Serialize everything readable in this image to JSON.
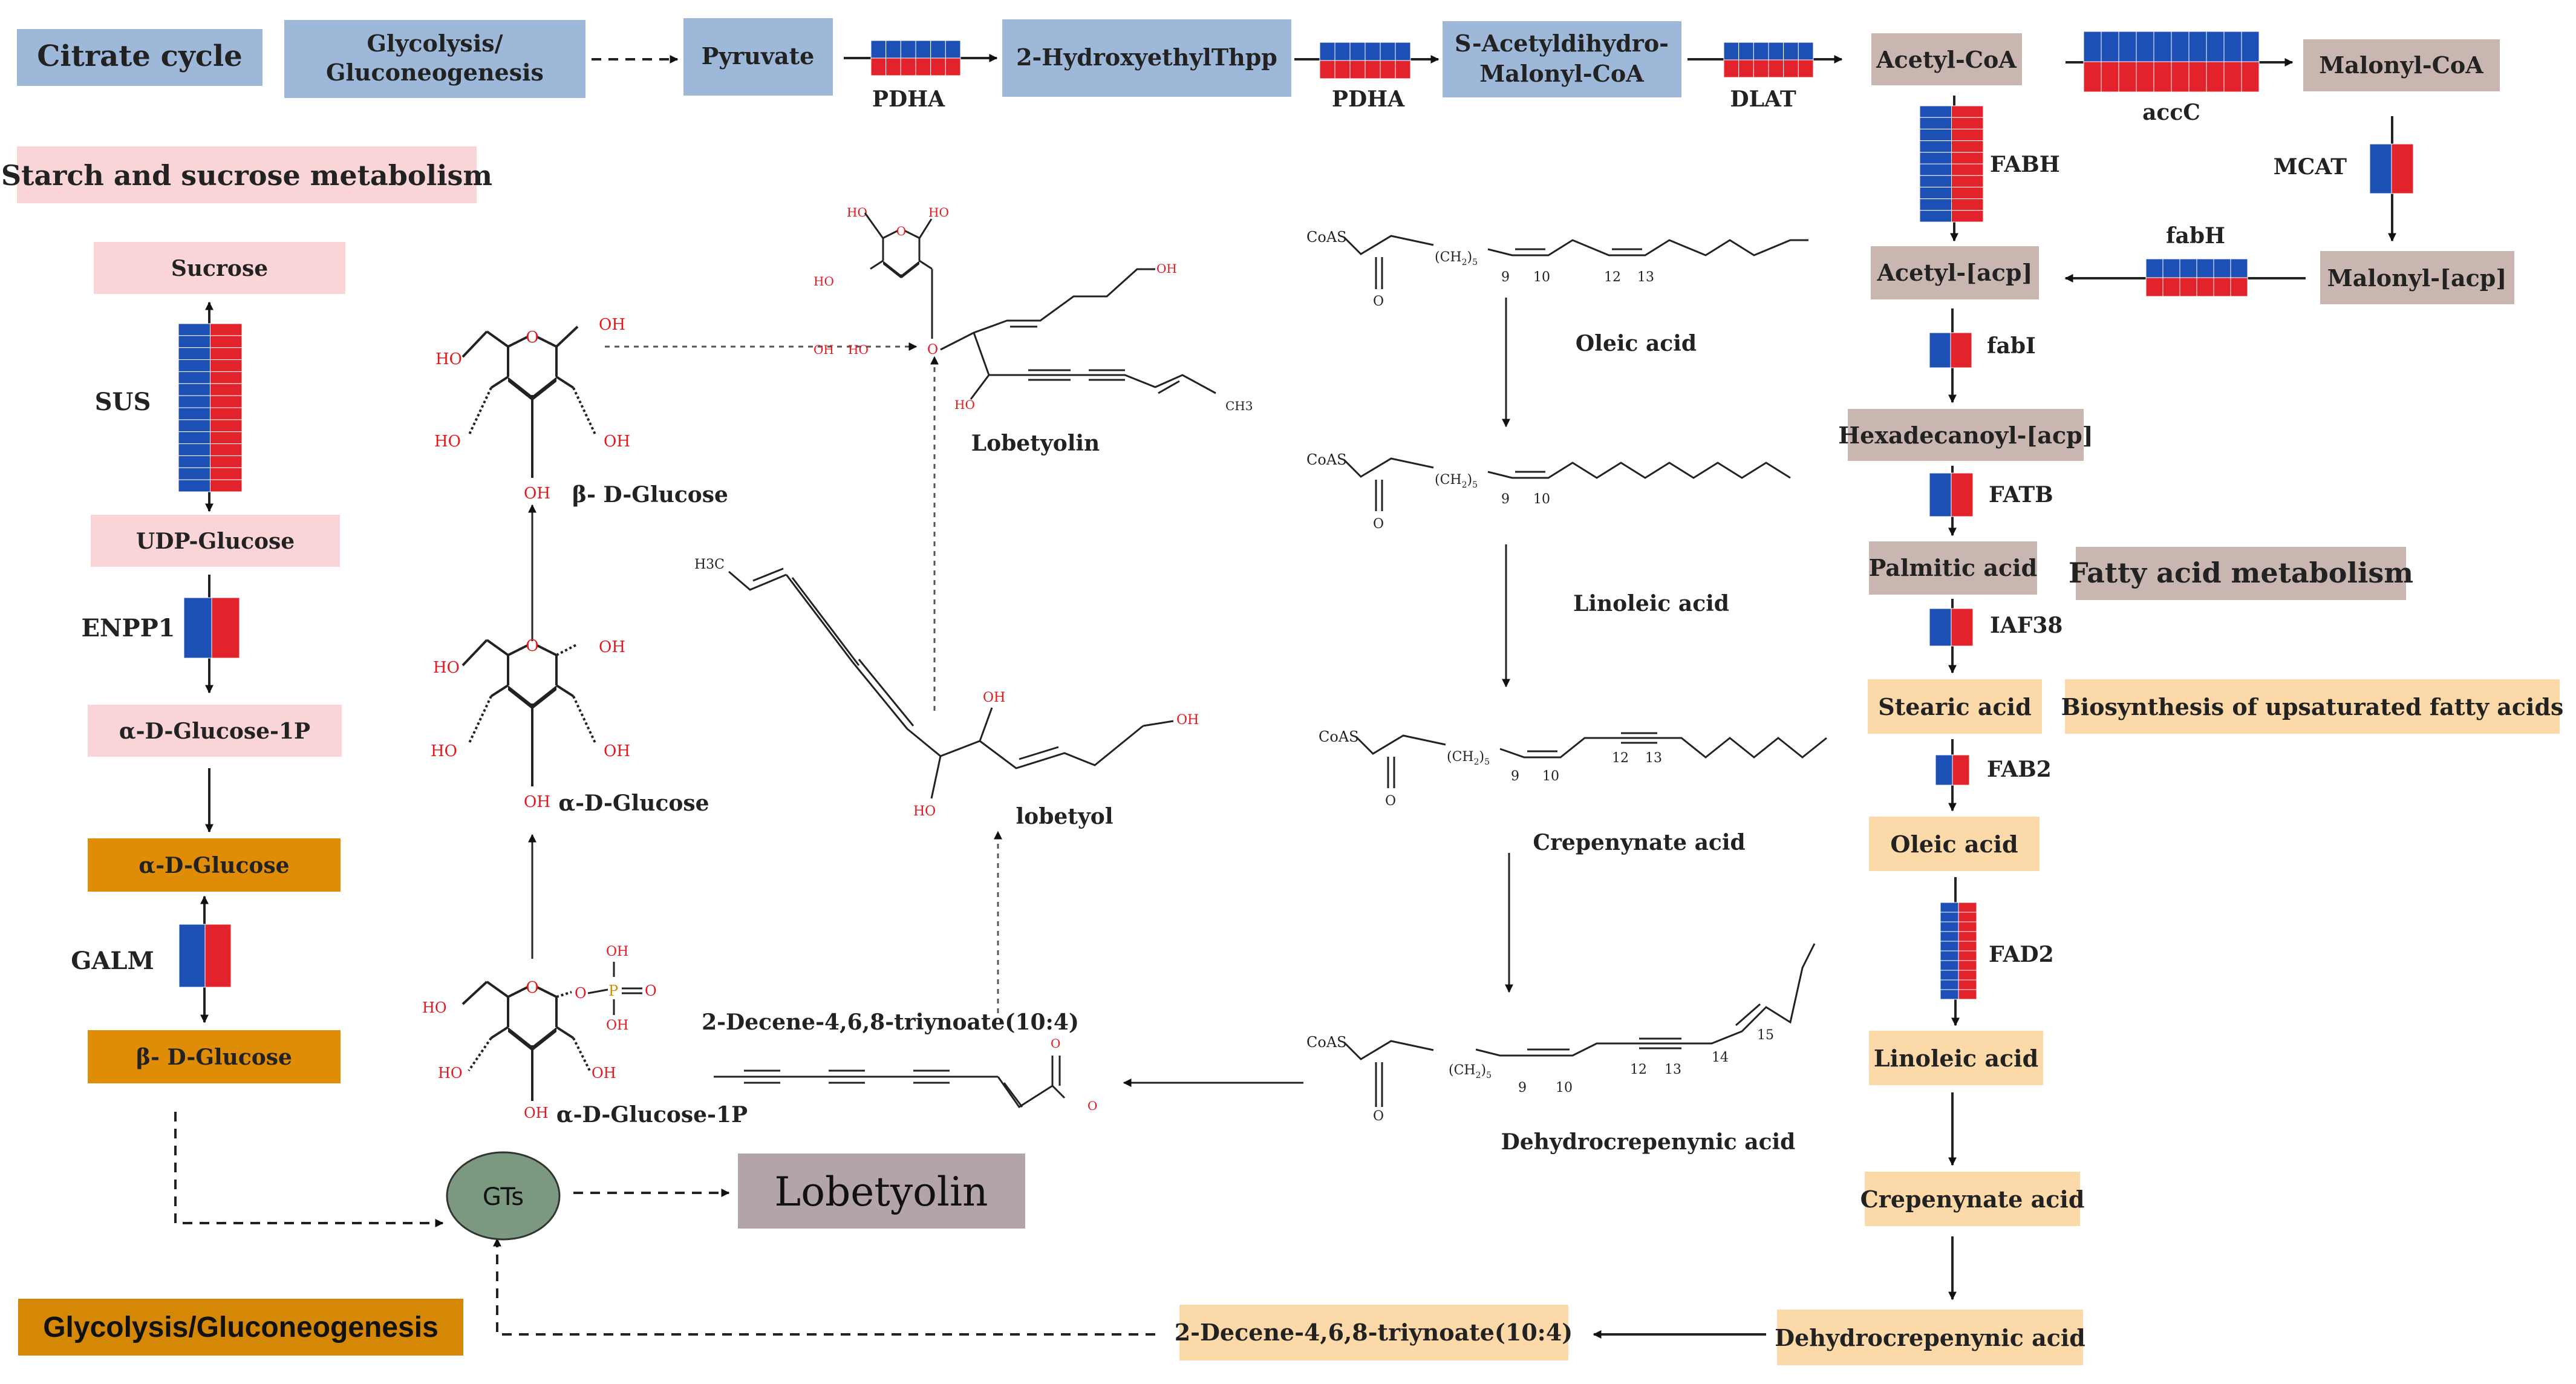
{
  "colors": {
    "blue_box": "#9db8d8",
    "pink_box": "#fad5d8",
    "taupe_box": "#c9b6b1",
    "peach_box": "#fbd9a8",
    "gold_box": "#df8c06",
    "gold_dark": "#d48805",
    "gts_node": "#7b9981",
    "lobetyolin_box": "#b3a4a8",
    "heat_blue": "#1d50b4",
    "heat_red": "#e2232b",
    "oxygen_red": "#e8151d",
    "phosphorus": "#d98a00"
  },
  "headers": {
    "citrate_cycle": "Citrate cycle",
    "starch_sucrose": "Starch and sucrose metabolism",
    "fatty_acid": "Fatty acid metabolism",
    "unsaturated": "Biosynthesis of upsaturated fatty acids",
    "glycolysis_bottom": "Glycolysis/Gluconeogenesis"
  },
  "top_row": {
    "glycolysis": [
      "Glycolysis/",
      "Gluconeogenesis"
    ],
    "pyruvate": "Pyruvate",
    "hydroxyethyl": "2-HydroxyethylThpp",
    "s_acetyl": [
      "S-Acetyldihydro-",
      "Malonyl-CoA"
    ],
    "acetyl_coa": "Acetyl-CoA",
    "malonyl_coa": "Malonyl-CoA"
  },
  "fatty_nodes": {
    "acetyl_acp": "Acetyl-[acp]",
    "malonyl_acp": "Malonyl-[acp]",
    "hexadecanoyl": "Hexadecanoyl-[acp]",
    "palmitic": "Palmitic acid",
    "stearic": "Stearic acid",
    "oleic": "Oleic acid",
    "linoleic": "Linoleic acid",
    "crepenynate": "Crepenynate acid",
    "dehydrocrepenynic": "Dehydrocrepenynic acid",
    "decene": "2-Decene-4,6,8-triynoate(10:4)"
  },
  "starch_nodes": {
    "sucrose": "Sucrose",
    "udp_glucose": "UDP-Glucose",
    "a_glucose_1p": "α-D-Glucose-1P",
    "a_glucose": "α-D-Glucose",
    "b_glucose": "β- D-Glucose"
  },
  "genes": {
    "pdha": "PDHA",
    "dlat": "DLAT",
    "accc": "accC",
    "fabh_upper": "FABH",
    "mcat": "MCAT",
    "fabh_lower": "fabH",
    "fabi": "fabI",
    "fatb": "FATB",
    "iaf38": "IAF38",
    "fab2": "FAB2",
    "fad2": "FAD2",
    "sus": "SUS",
    "enpp1": "ENPP1",
    "galm": "GALM"
  },
  "gts": "GTs",
  "lobetyolin_box": "Lobetyolin",
  "structures": {
    "b_glucose": "β- D-Glucose",
    "a_glucose": "α-D-Glucose",
    "a_glucose_1p": "α-D-Glucose-1P",
    "lobetyolin": "Lobetyolin",
    "lobetyol": "lobetyol",
    "decene": "2-Decene-4,6,8-triynoate(10:4)",
    "oleic": "Oleic acid",
    "linoleic": "Linoleic acid",
    "crepenynate": "Crepenynate acid",
    "dehydrocrepenynic": "Dehydrocrepenynic acid"
  },
  "chem_text": {
    "oh": "OH",
    "ho": "HO",
    "o": "O",
    "p": "P",
    "coas": "CoAS",
    "ch2": "(CH",
    "ch2_sub": "2",
    "ch2_tail": ")",
    "ch2_n": "5",
    "ch3": "CH3",
    "h3c": "H3C",
    "n9": "9",
    "n10": "10",
    "n12": "12",
    "n13": "13",
    "n14": "14",
    "n15": "15"
  }
}
